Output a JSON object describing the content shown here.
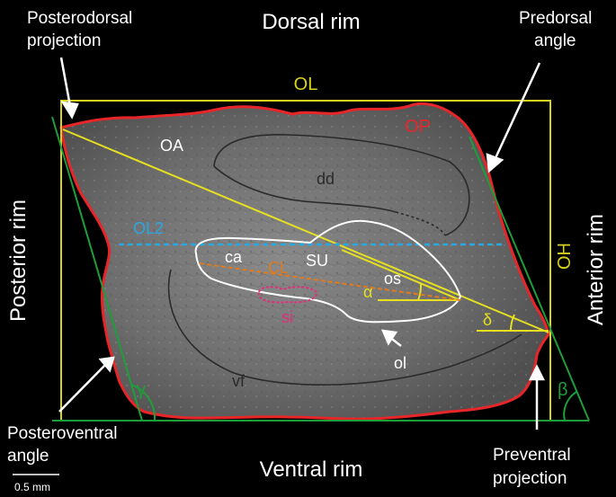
{
  "rims": {
    "dorsal": "Dorsal rim",
    "ventral": "Ventral rim",
    "posterior": "Posterior rim",
    "anterior": "Anterior rim"
  },
  "callouts": {
    "posterodorsal_line1": "Posterodorsal",
    "posterodorsal_line2": "projection",
    "predorsal_line1": "Predorsal",
    "predorsal_line2": "angle",
    "posteroventral_line1": "Posteroventral",
    "posteroventral_line2": "angle",
    "preventral_line1": "Preventral",
    "preventral_line2": "projection"
  },
  "measurements": {
    "ol": "OL",
    "op": "OP",
    "oh": "OH",
    "ol2": "OL2",
    "cl": "CL"
  },
  "regions": {
    "oa": "OA",
    "dd": "dd",
    "ca": "ca",
    "su": "SU",
    "os": "os",
    "si": "si",
    "ol_lower": "ol",
    "vf": "vf"
  },
  "angles": {
    "alpha": "α",
    "delta": "δ",
    "gamma": "γ",
    "beta": "β"
  },
  "scale_bar": {
    "label": "0.5 mm"
  },
  "colors": {
    "outline": "#e8262a",
    "box": "#d8d21e",
    "green": "#1e9e3a",
    "blue": "#2aa7e0",
    "orange": "#e07a1e",
    "magenta": "#e0307a",
    "white": "#ffffff",
    "dark_line": "#222222"
  }
}
